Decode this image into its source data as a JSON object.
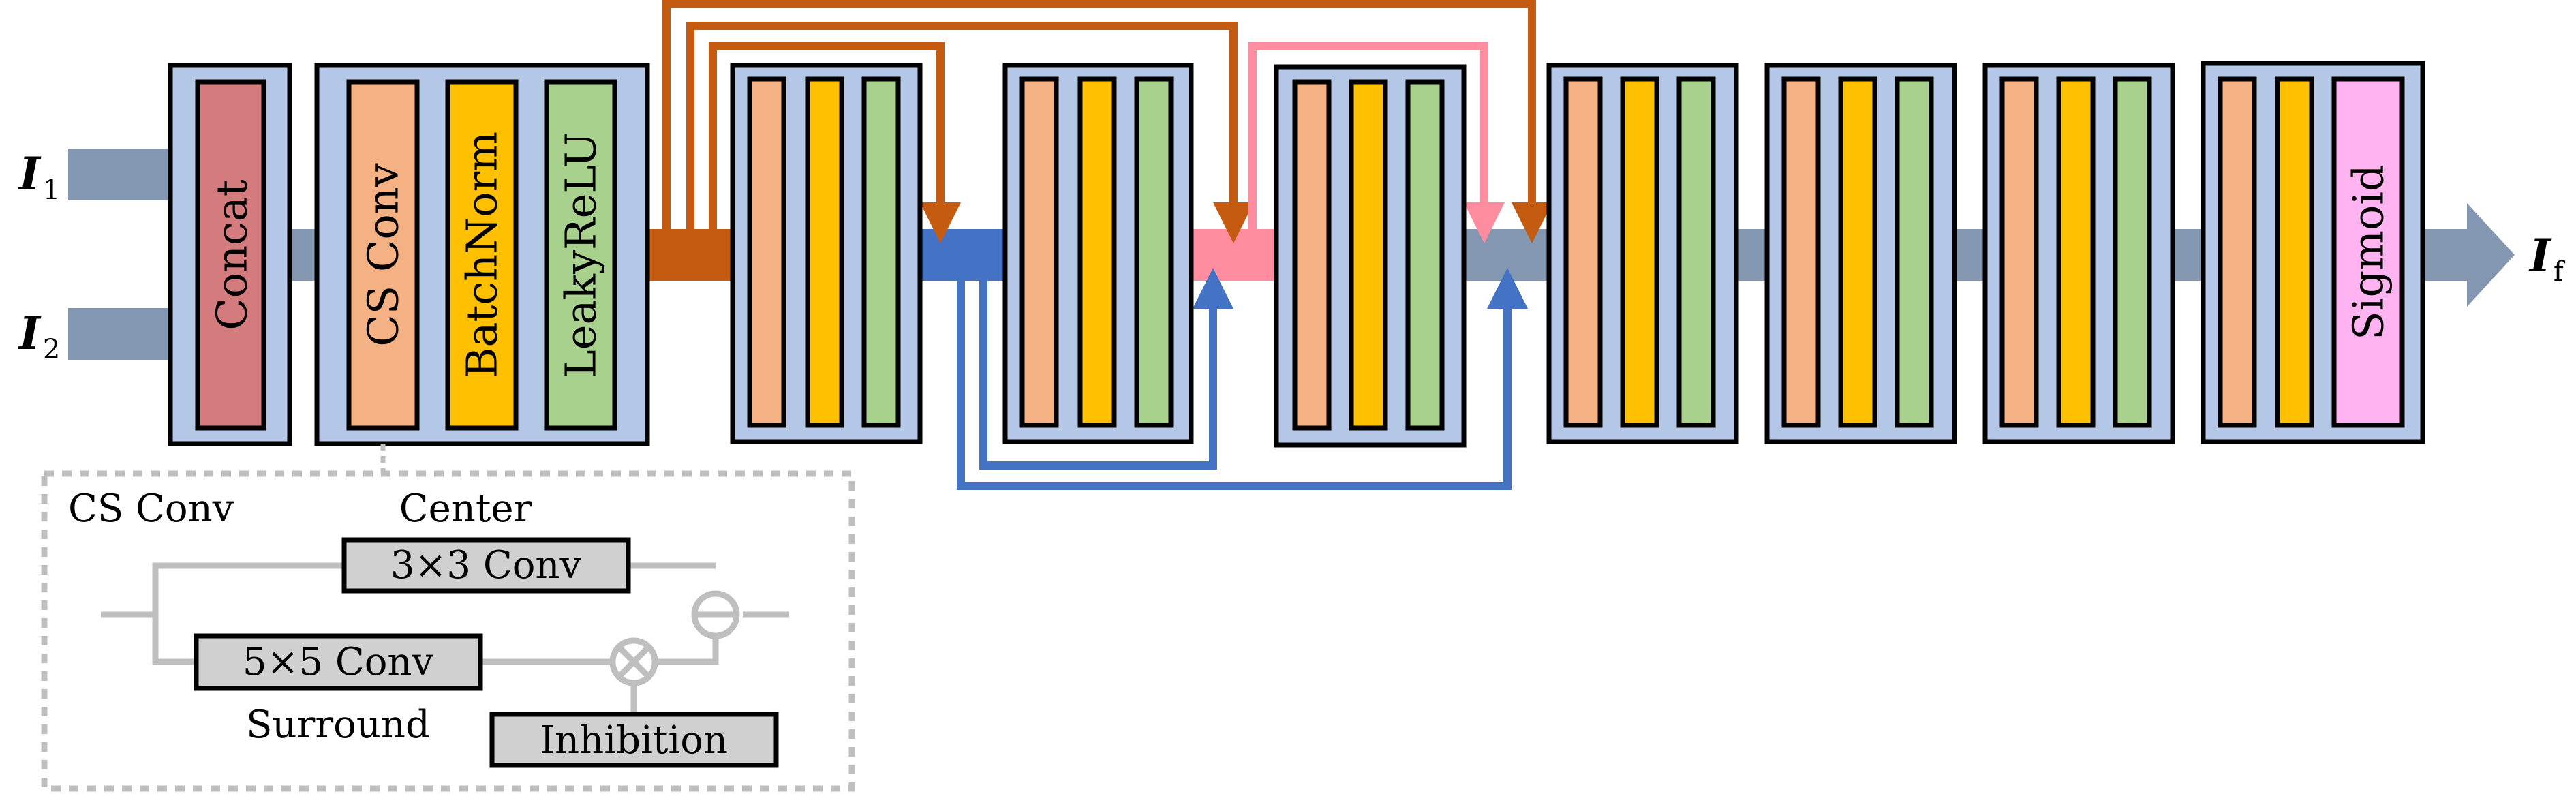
{
  "inputs": {
    "i1_base": "I",
    "i1_sub": "1",
    "i2_base": "I",
    "i2_sub": "2"
  },
  "output": {
    "base": "I",
    "sub": "f"
  },
  "blocks": {
    "concat": "Concat",
    "cs_conv": "CS Conv",
    "batchnorm": "BatchNorm",
    "leakyrelu": "LeakyReLU",
    "sigmoid": "Sigmoid"
  },
  "inset": {
    "title": "CS Conv",
    "center_label": "Center",
    "conv3_label": "3×3 Conv",
    "conv5_label": "5×5 Conv",
    "surround_label": "Surround",
    "inhibition_label": "Inhibition"
  },
  "colors": {
    "block_bg": "#b4c7e7",
    "conv": "#f4b183",
    "batchnorm": "#ffc000",
    "leakyrelu": "#a9d18e",
    "concat": "#d47b7e",
    "sigmoid": "#ffb3f0",
    "pipe": "#8497b0",
    "orange_skip": "#c55a11",
    "blue_skip": "#4472c4",
    "pink_skip": "#ff8c9f",
    "inset_gray": "#bfbfbf",
    "inset_box": "#d0d0d0"
  }
}
